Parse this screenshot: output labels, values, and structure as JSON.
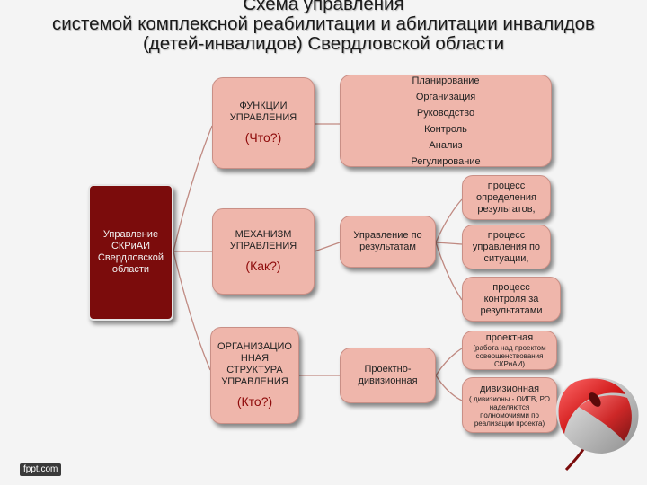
{
  "title": {
    "line1": "Схема управления",
    "line2": "системой комплексной реабилитации и абилитации инвалидов",
    "line3": "(детей-инвалидов) Свердловской области"
  },
  "root": {
    "lines": [
      "Управление",
      "СКРиАИ",
      "Свердловской",
      "области"
    ]
  },
  "functions": {
    "label_lines": [
      "ФУНКЦИИ",
      "УПРАВЛЕНИЯ"
    ],
    "question": "(Что?)",
    "items": [
      "Планирование",
      "Организация",
      "Руководство",
      "Контроль",
      "Анализ",
      "Регулирование"
    ]
  },
  "mechanism": {
    "label_lines": [
      "МЕХАНИЗМ",
      "УПРАВЛЕНИЯ"
    ],
    "question": "(Как?)",
    "middle_lines": [
      "Управление по",
      "результатам"
    ],
    "processes": [
      [
        "процесс",
        "определения",
        "результатов,"
      ],
      [
        "процесс",
        "управления по",
        "ситуации,"
      ],
      [
        "процесс",
        "контроля за",
        "результатами"
      ]
    ]
  },
  "structure": {
    "label_lines": [
      "ОРГАНИЗАЦИО",
      "ННАЯ",
      "СТРУКТУРА",
      "УПРАВЛЕНИЯ"
    ],
    "question": "(Кто?)",
    "middle_lines": [
      "Проектно-",
      "дивизионная"
    ],
    "project": {
      "title": "проектная",
      "note_lines": [
        "(работа над проектом",
        "совершенствования СКРиАИ)"
      ]
    },
    "divisional": {
      "title": "дивизионная",
      "note_lines": [
        "( дивизионы - ОИГВ, РО",
        "наделяются",
        "полномочиями по",
        "реализации проекта)"
      ]
    }
  },
  "watermark": "fppt.com",
  "colors": {
    "root_fill": "#7b0c0c",
    "box_fill": "#efb6ab",
    "question_text": "#8e0a0a",
    "connector": "#c08a82"
  }
}
